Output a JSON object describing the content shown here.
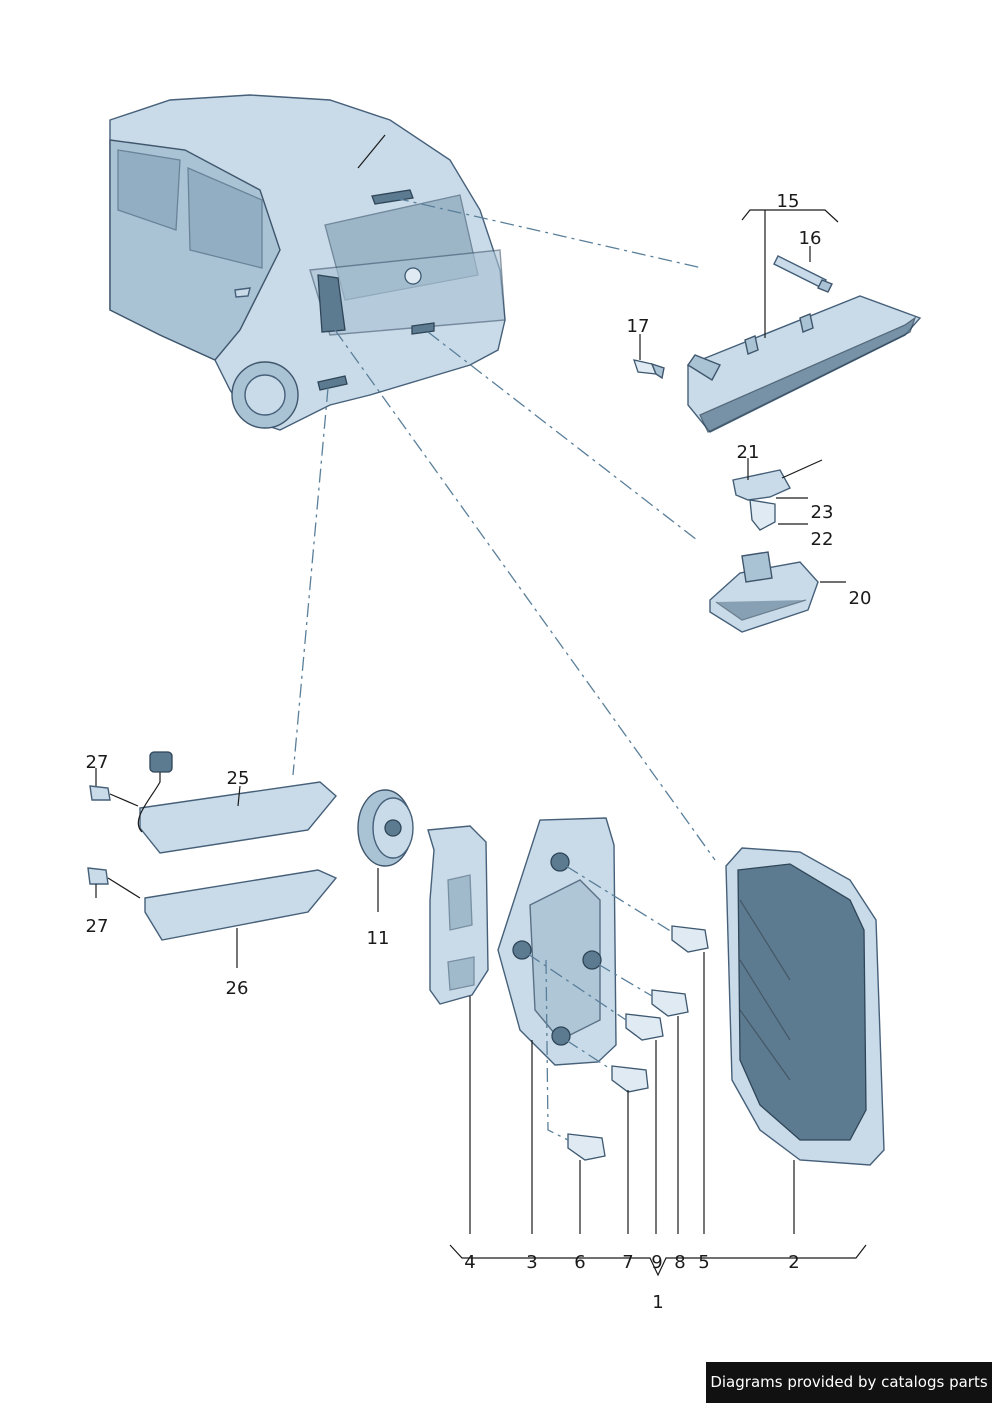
{
  "callouts": {
    "c1": "1",
    "c2": "2",
    "c3": "3",
    "c4": "4",
    "c5": "5",
    "c6": "6",
    "c7": "7",
    "c8": "8",
    "c9": "9",
    "c11": "11",
    "c15": "15",
    "c16": "16",
    "c17": "17",
    "c20": "20",
    "c21": "21",
    "c22": "22",
    "c23": "23",
    "c25": "25",
    "c26": "26",
    "c27a": "27",
    "c27b": "27"
  },
  "credit": "Diagrams provided by catalogs parts",
  "colors": {
    "part_fill": "#c9dbe8",
    "part_outline": "#46607a",
    "leader": "#5a7f9a",
    "label": "#1a1a1a"
  }
}
